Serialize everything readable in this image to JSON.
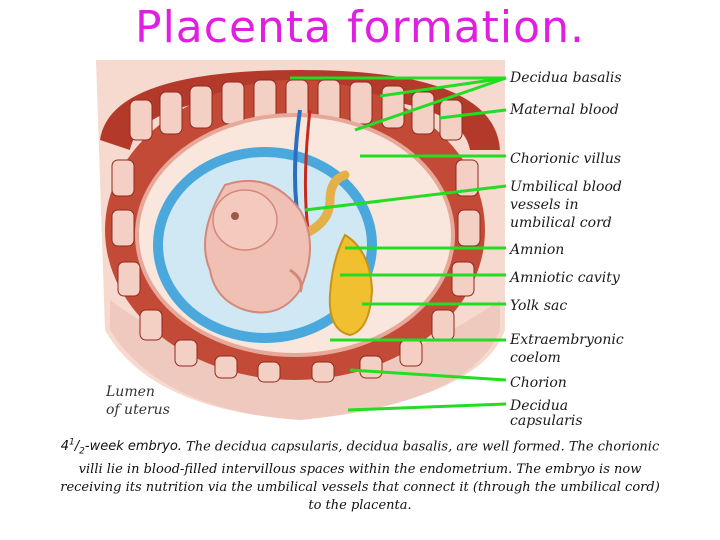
{
  "title": "Placenta formation.",
  "labels": {
    "decidua_basalis": "Decidua basalis",
    "maternal_blood": "Maternal blood",
    "chorionic_villus": "Chorionic villus",
    "umbilical_line1": "Umbilical blood",
    "umbilical_line2": "vessels in",
    "umbilical_line3": "umbilical cord",
    "amnion": "Amnion",
    "amniotic_cavity": "Amniotic cavity",
    "yolk_sac": "Yolk sac",
    "extraembryonic_line1": "Extraembryonic",
    "extraembryonic_line2": "coelom",
    "chorion": "Chorion",
    "decidua_capsularis_line1": "Decidua",
    "decidua_capsularis_line2": "capsularis",
    "lumen_line1": "Lumen",
    "lumen_line2": "of uterus"
  },
  "caption": {
    "age_whole": "4",
    "age_num": "1",
    "age_den": "2",
    "age_rest": "-week embryo.",
    "line1_rest": " The decidua capsularis, decidua basalis, are well formed. The chorionic",
    "line2": "villi lie in blood-filled intervillous spaces within the endometrium. The embryo is now",
    "line3": "receiving its nutrition via the umbilical vessels that connect it (through the umbilical cord)",
    "line4": "to the placenta."
  },
  "colors": {
    "title": "#e020e0",
    "leader_lines": "#22dd22",
    "decidua": "#b33a2a",
    "uterine_wall": "#f6d9cf",
    "amnion_fluid": "#cfe8f4",
    "amnion_membrane": "#4aa8dd",
    "embryo": "#f1c0b4",
    "yolk_sac": "#f0c030"
  }
}
